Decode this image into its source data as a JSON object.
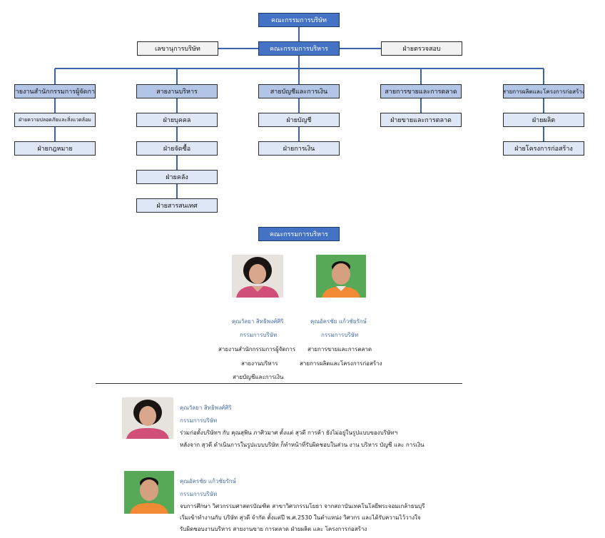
{
  "org": {
    "board": "คณะกรรมการบริษัท",
    "exec": "คณะกรรมการบริหาร",
    "secretary": "เลขานุการบริษัท",
    "audit": "ฝ่ายตรวจสอบ",
    "col1": [
      "สายงานสำนักกรรมการผู้จัดการ",
      "ฝ่ายความปลอดภัยและสิ่งแวดล้อม",
      "ฝ่ายกฎหมาย"
    ],
    "col2": [
      "สายงานบริหาร",
      "ฝ่ายบุคคล",
      "ฝ่ายจัดซื้อ",
      "ฝ่ายคลัง",
      "ฝ่ายสารสนเทศ"
    ],
    "col3": [
      "สายบัญชีและการเงิน",
      "ฝ่ายบัญชี",
      "ฝ่ายการเงิน"
    ],
    "col4": [
      "สายการขายและการตลาด",
      "ฝ่ายขายและการตลาด"
    ],
    "col5": [
      "สายการผลิตและโครงการก่อสร้าง",
      "ฝ่ายผลิต",
      "ฝ่ายโครงการก่อสร้าง"
    ]
  },
  "committee": {
    "title": "คณะกรรมการบริหาร",
    "m1": {
      "name": "คุณวัลยา สิทธิพงศ์ศิริ",
      "role": "กรรมการบริษัท",
      "lines": [
        "สายงานสำนักกรรมการผู้จัดการ",
        "สายงานบริหาร",
        "สายบัญชีและการเงิน"
      ]
    },
    "m2": {
      "name": "คุณอัครชัย แก้วชัยรักษ์",
      "role": "กรรมการบริษัท",
      "lines": [
        "สายการขายและการตลาด",
        "สายการผลิตและโครงการก่อสร้าง"
      ]
    }
  },
  "bios": {
    "b1": {
      "name": "คุณวัลยา สิทธิพงศ์ศิริ",
      "role": "กรรมการบริษัท",
      "lines": [
        "ร่วมก่อตั้งบริษัทฯ กับ คุณสุพิน ภาศิวมาศ ตั้งแต่ สุวดี การค้า ยังไม่อยู่ในรูปแบบของบริษัทฯ",
        "หลังจาก สุวดี ดำเนินการในรูปแบบบริษัท ก็ทำหน้าที่รับผิดชอบในส่วน งาน บริหาร บัญชี และ การเงิน"
      ]
    },
    "b2": {
      "name": "คุณอัครชัย แก้วชัยรักษ์",
      "role": "กรรมการบริษัท",
      "lines": [
        "จบการศึกษา วิศวกรรมศาสตรบัณฑิต สาขาวิศวกรรมโยธา จากสถาบันเทคโนโลยีพระจอมเกล้าธนบุรี",
        "เริ่มเข้าทำงานกับ บริษัท สุวดี จำกัด ตั้งแต่ปี พ.ศ.2530 ในตำแหน่ง วิศวกร และได้รับความไว้วางใจ",
        "รับผิดชอบงานบริหาร สายงานขาย การตลาด ฝ่ายผลิต และ โครงการก่อสร้าง"
      ]
    }
  }
}
